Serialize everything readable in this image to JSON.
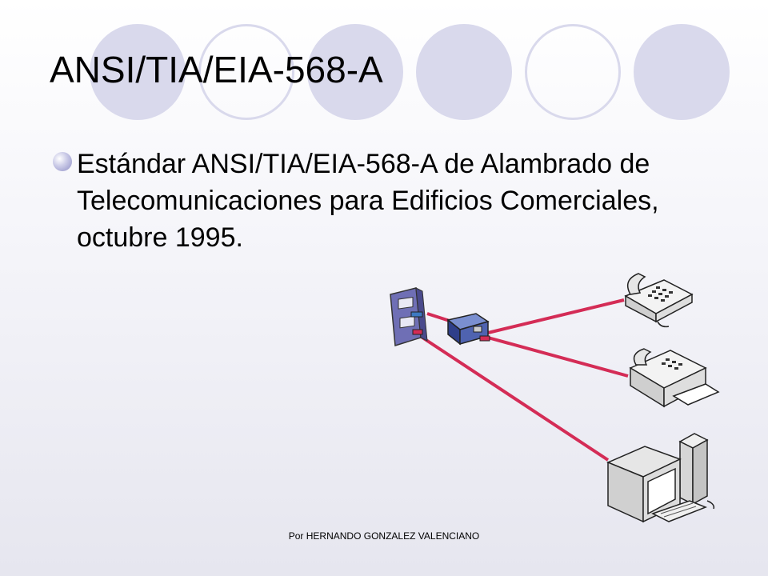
{
  "slide": {
    "title": "ANSI/TIA/EIA-568-A",
    "bullets": [
      "Estándar ANSI/TIA/EIA-568-A de Alambrado de Telecomunicaciones para Edificios Comerciales, octubre 1995."
    ],
    "footer": "Por HERNANDO GONZALEZ VALENCIANO"
  },
  "colors": {
    "decorative_circles": "#d9d9ec",
    "cable": "#d42c56",
    "bullet": "#a6a6d2"
  },
  "diagram": {
    "icons": [
      "wall-outlet-icon",
      "splitter-icon",
      "telephone-icon",
      "fax-icon",
      "computer-icon"
    ]
  }
}
